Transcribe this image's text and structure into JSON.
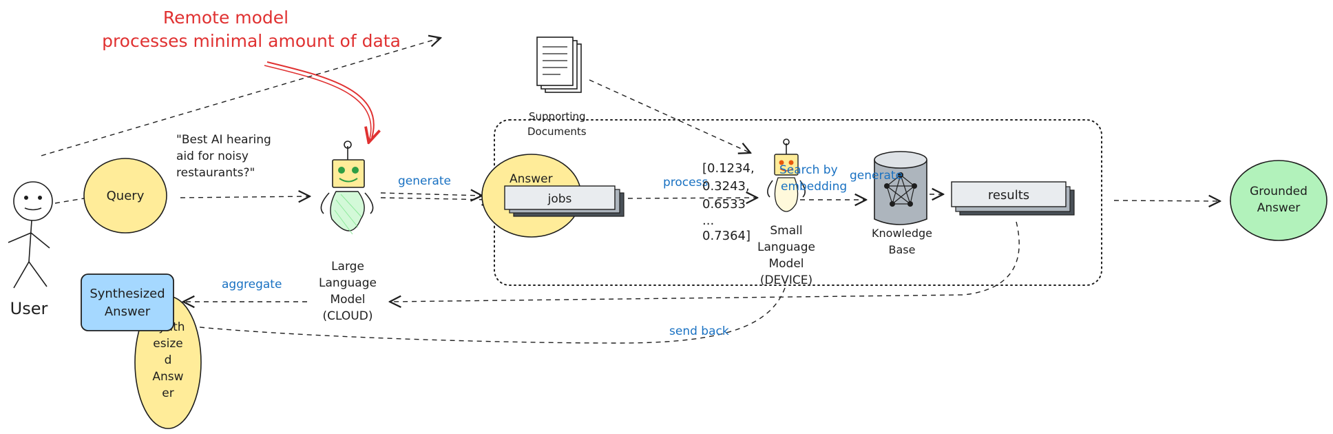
{
  "title_line1": "Remote model",
  "title_line2": "processes minimal amount of data",
  "user_label": "User",
  "query_label": "Query",
  "query_text": [
    "\"Best AI hearing",
    "aid for noisy",
    "restaurants?\""
  ],
  "llm_label": [
    "Large",
    "Language",
    "Model",
    "(CLOUD)"
  ],
  "generate_label": "generate",
  "answer_label": "Answer",
  "jobs_label": "jobs",
  "process_label": "process",
  "embedding_values": [
    "[0.1234,",
    "0.3243,",
    "0.6533",
    "...",
    "0.7364]"
  ],
  "slm_label": [
    "Small",
    "Language",
    "Model",
    "(DEVICE)"
  ],
  "search_label": [
    "Search by",
    "embedding"
  ],
  "generate_label_2": "generate",
  "kb_label": [
    "Knowledge",
    "Base"
  ],
  "results_label": "results",
  "docs_label": [
    "Supporting",
    "Documents"
  ],
  "grounded_label": [
    "Grounded",
    "Answer"
  ],
  "synth_label": [
    "Synthesized",
    "Answer"
  ],
  "synth_behind_label": [
    "Synth",
    "esize",
    "d",
    "Answ",
    "er"
  ],
  "aggregate_label": "aggregate",
  "send_back_label": "send back",
  "colors": {
    "yellow": "#ffec99",
    "yellow_stroke": "#1e1e1e",
    "green": "#b2f2bb",
    "blue_box": "#a5d8ff",
    "blue_text": "#1971c2",
    "red": "#e03131",
    "gray_box": "#e9ecef"
  }
}
